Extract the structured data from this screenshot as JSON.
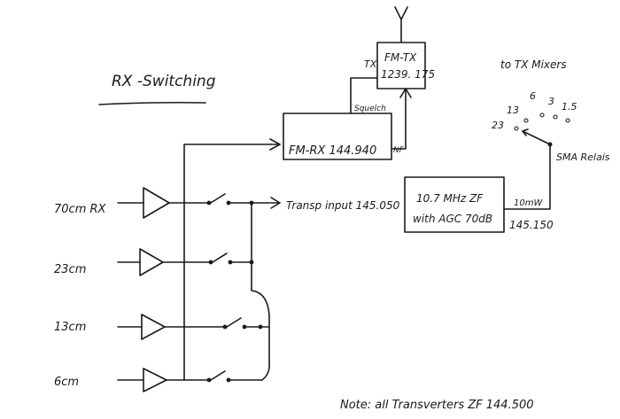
{
  "title": "RX -Switching",
  "inputs": [
    "70cm RX",
    "23cm",
    "13cm",
    "6cm"
  ],
  "blocks": {
    "fm_tx": {
      "line1": "FM-TX",
      "line2": "1239. 175"
    },
    "fm_rx": {
      "label": "FM-RX 144.940"
    },
    "mixer": {
      "line1": "10.7 MHz ZF",
      "line2": "with AGC 70dB"
    }
  },
  "labels": {
    "tx": "TX",
    "squelch": "Squelch",
    "nf": "NF",
    "transp_input": "Transp input 145.050",
    "to_tx_mixers": "to TX Mixers",
    "level_10mw": "10mW",
    "freq_145150": "145.150",
    "sma_relais": "SMA Relais"
  },
  "selector_positions": [
    "23",
    "13",
    "6",
    "3",
    "1.5"
  ],
  "note": "Note: all Transverters ZF 144.500"
}
